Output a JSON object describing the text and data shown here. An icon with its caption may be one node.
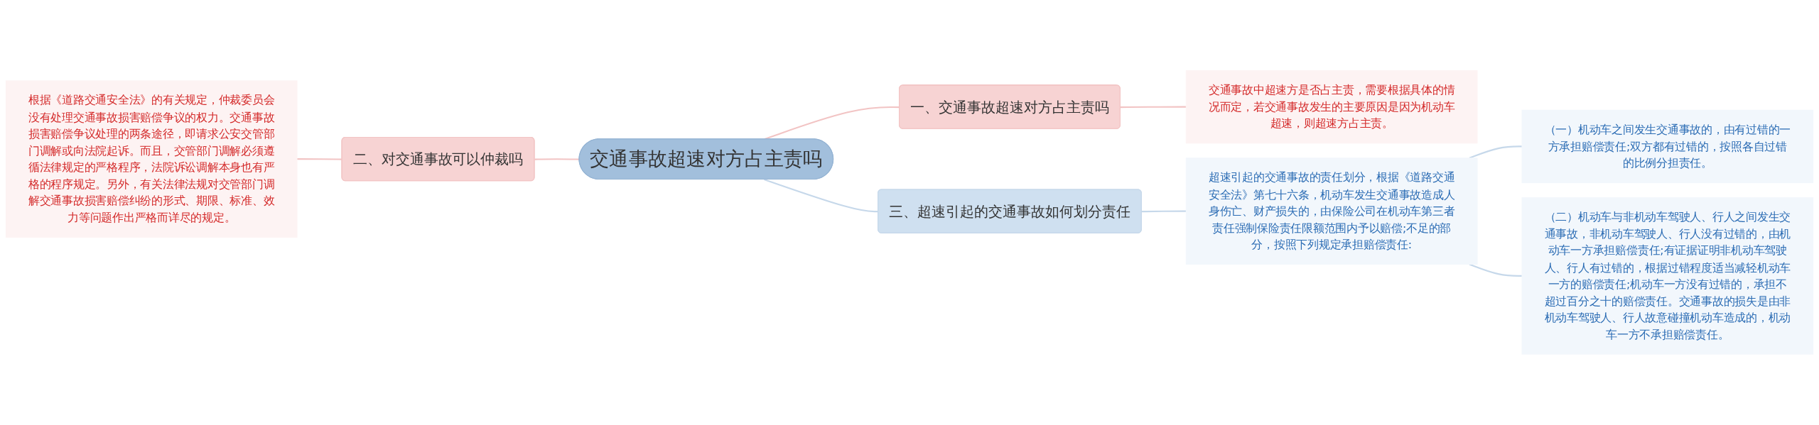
{
  "diagram": {
    "nodes": [
      {
        "text": [
          "交通事故超速对方占主责吗"
        ]
      },
      {
        "text": [
          "一、交通事故超速对方占主责吗"
        ]
      },
      {
        "text": [
          "交通事故中超速方是否占主责，需要根据具体的情况而定，若交通事故发生的主要原因是因为机动车超速，则超速方占主责。"
        ]
      },
      {
        "text": [
          "二、对交通事故可以仲裁吗"
        ]
      },
      {
        "text": [
          "根据《道路交通安全法》的有关规定，仲裁委员会没有处理交通事故损害赔偿争议的权力。交通事故损害赔偿争议处理的两条途径，即请求公安交管部门调解或向法院起诉。而且，交管部门调解必须遵循法律规定的严格程序，法院诉讼调解本身也有严格的程序规定。另外，有关法律法规对交管部门调解交通事故损害赔偿纠纷的形式、期限、标准、效力等问题作出严格而详尽的规定。"
        ]
      },
      {
        "text": [
          "三、超速引起的交通事故如何划分责任"
        ]
      },
      {
        "text": [
          "超速引起的交通事故的责任划分，根据《道路交通安全法》第七十六条，机动车发生交通事故造成人身伤亡、财产损失的，由保险公司在机动车第三者责任强制保险责任限额范围内予以赔偿;不足的部分，按照下列规定承担赔偿责任:"
        ]
      },
      {
        "text": [
          "（一）机动车之间发生交通事故的，由有过错的一方承担赔偿责任;双方都有过错的，按照各自过错的比例分担责任。"
        ]
      },
      {
        "text": [
          "（二）机动车与非机动车驾驶人、行人之间发生交通事故，非机动车驾驶人、行人没有过错的，由机动车一方承担赔偿责任;有证据证明非机动车驾驶人、行人有过错的，根据过错程度适当减轻机动车一方的赔偿责任;机动车一方没有过错的，承担不超过百分之十的赔偿责任。交通事故的损失是由非机动车驾驶人、行人故意碰撞机动车造成的，机动车一方不承担赔偿责任。"
        ]
      }
    ],
    "edges": [
      {
        "from": 0,
        "to": 1,
        "arrow": "none",
        "color": "#f2c4c4"
      },
      {
        "from": 1,
        "to": 2,
        "arrow": "none",
        "color": "#f2c4c4"
      },
      {
        "from": 4,
        "to": 3,
        "arrow": "none",
        "color": "#f2c4c4"
      },
      {
        "from": 3,
        "to": 0,
        "arrow": "none",
        "color": "#f2c4c4"
      },
      {
        "from": 0,
        "to": 5,
        "arrow": "none",
        "color": "#c6d8ea"
      },
      {
        "from": 5,
        "to": 6,
        "arrow": "none",
        "color": "#c6d8ea"
      },
      {
        "from": 6,
        "to": 7,
        "arrow": "none",
        "color": "#c6d8ea"
      },
      {
        "from": 6,
        "to": 8,
        "arrow": "none",
        "color": "#c6d8ea"
      }
    ]
  }
}
